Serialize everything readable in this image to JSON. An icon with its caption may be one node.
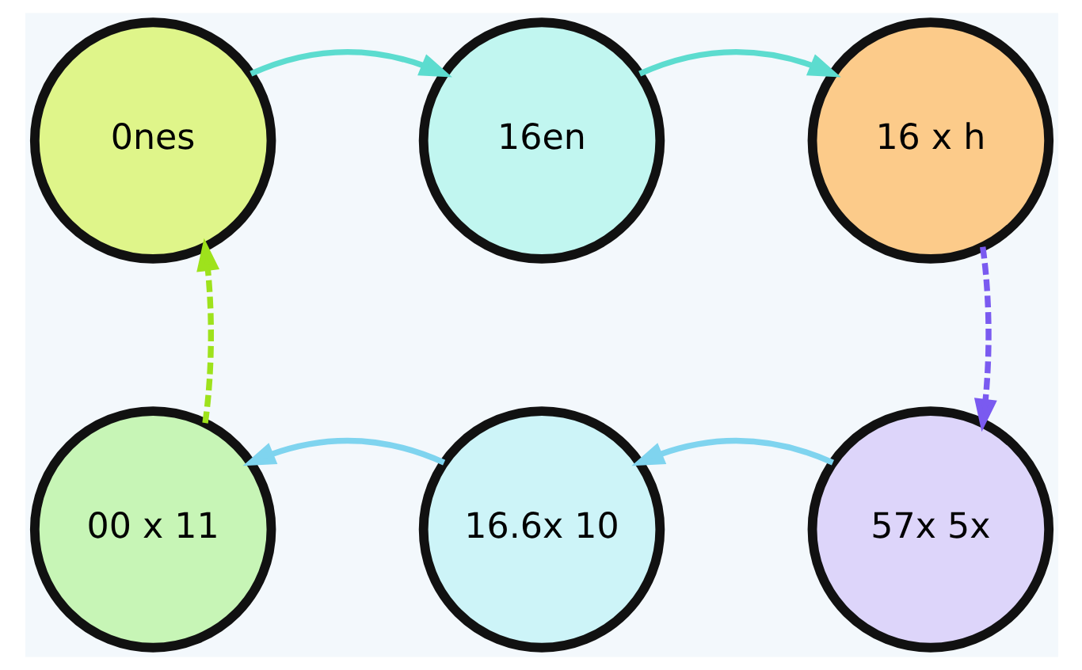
{
  "diagram": {
    "nodes": [
      {
        "text": [
          "0nes"
        ]
      },
      {
        "text": [
          "16en"
        ]
      },
      {
        "text": [
          "16 x h"
        ]
      },
      {
        "text": [
          "00 x 11"
        ]
      },
      {
        "text": [
          "16.6x 10"
        ]
      },
      {
        "text": [
          "57x 5x"
        ]
      }
    ],
    "edges": [
      {
        "from": 0,
        "to": 1,
        "arrow": "to",
        "color": "#5cdccf"
      },
      {
        "from": 1,
        "to": 2,
        "arrow": "to",
        "color": "#5cdccf"
      },
      {
        "from": 2,
        "to": 5,
        "arrow": "to",
        "style": "dashed",
        "color": "#7a5af0"
      },
      {
        "from": 5,
        "to": 4,
        "arrow": "to",
        "color": "#7fd4ef"
      },
      {
        "from": 4,
        "to": 3,
        "arrow": "to",
        "color": "#7fd4ef"
      },
      {
        "from": 3,
        "to": 0,
        "arrow": "to",
        "style": "dashed",
        "color": "#9ee21c"
      }
    ]
  }
}
